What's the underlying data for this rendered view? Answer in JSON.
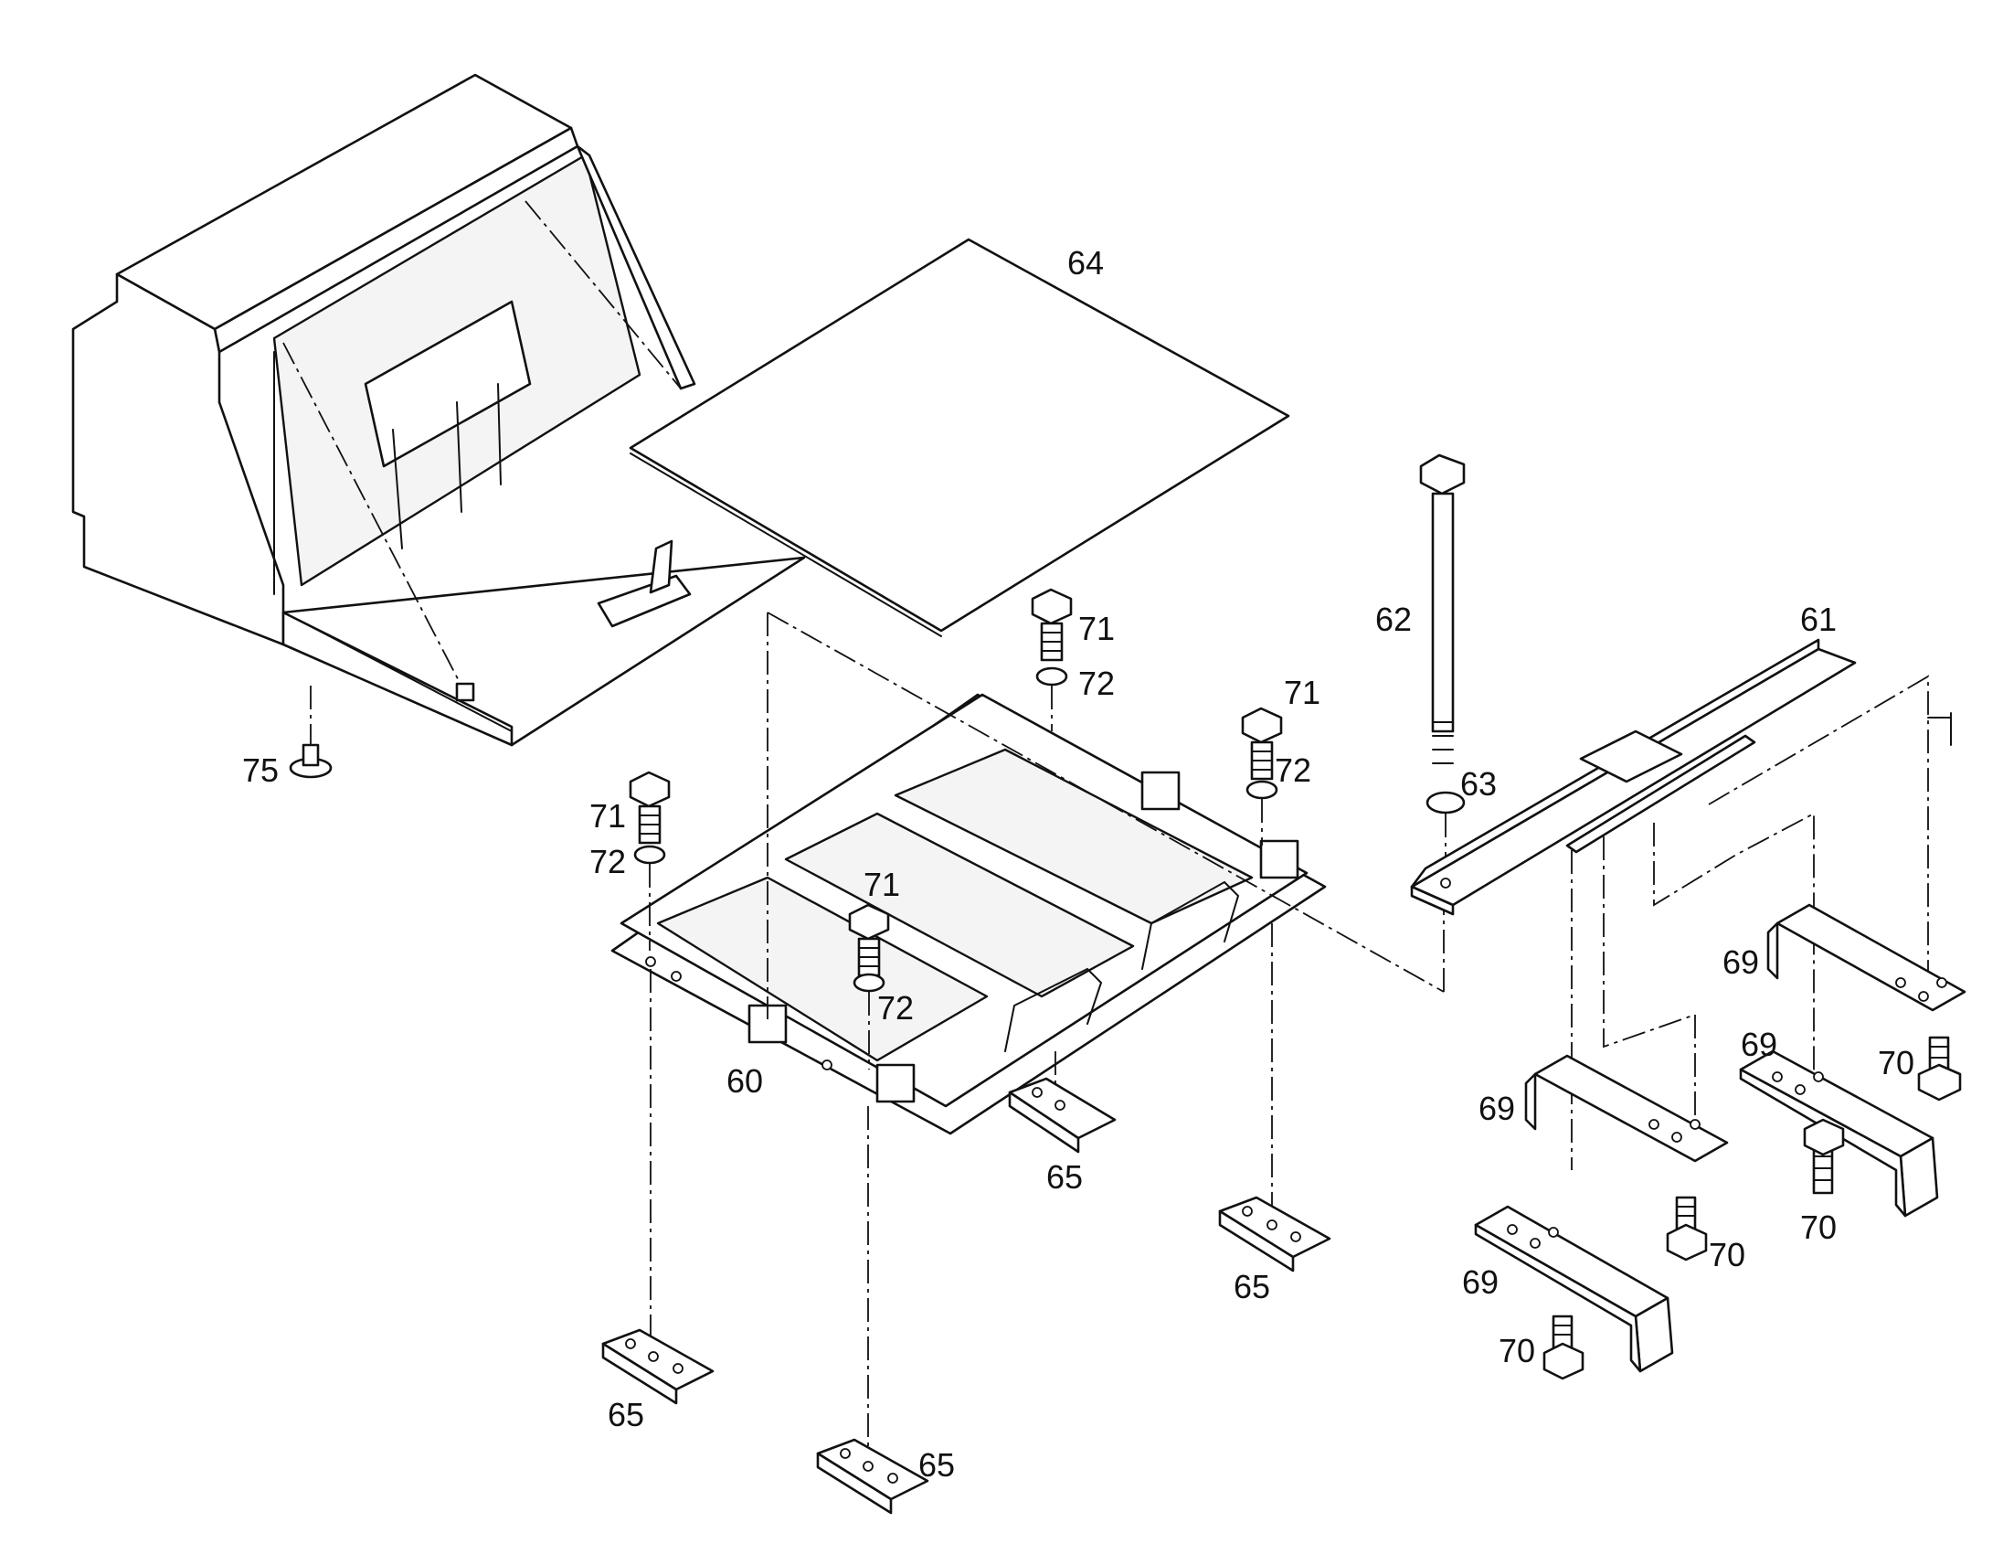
{
  "callouts": {
    "c60": "60",
    "c61": "61",
    "c62": "62",
    "c63": "63",
    "c64": "64",
    "c65a": "65",
    "c65b": "65",
    "c65c": "65",
    "c65d": "65",
    "c69a": "69",
    "c69b": "69",
    "c69c": "69",
    "c69d": "69",
    "c70a": "70",
    "c70b": "70",
    "c70c": "70",
    "c70d": "70",
    "c71a": "71",
    "c71b": "71",
    "c71c": "71",
    "c71d": "71",
    "c72a": "72",
    "c72b": "72",
    "c72c": "72",
    "c72d": "72",
    "c75": "75"
  },
  "colors": {
    "line": "#111111",
    "background": "#ffffff"
  }
}
